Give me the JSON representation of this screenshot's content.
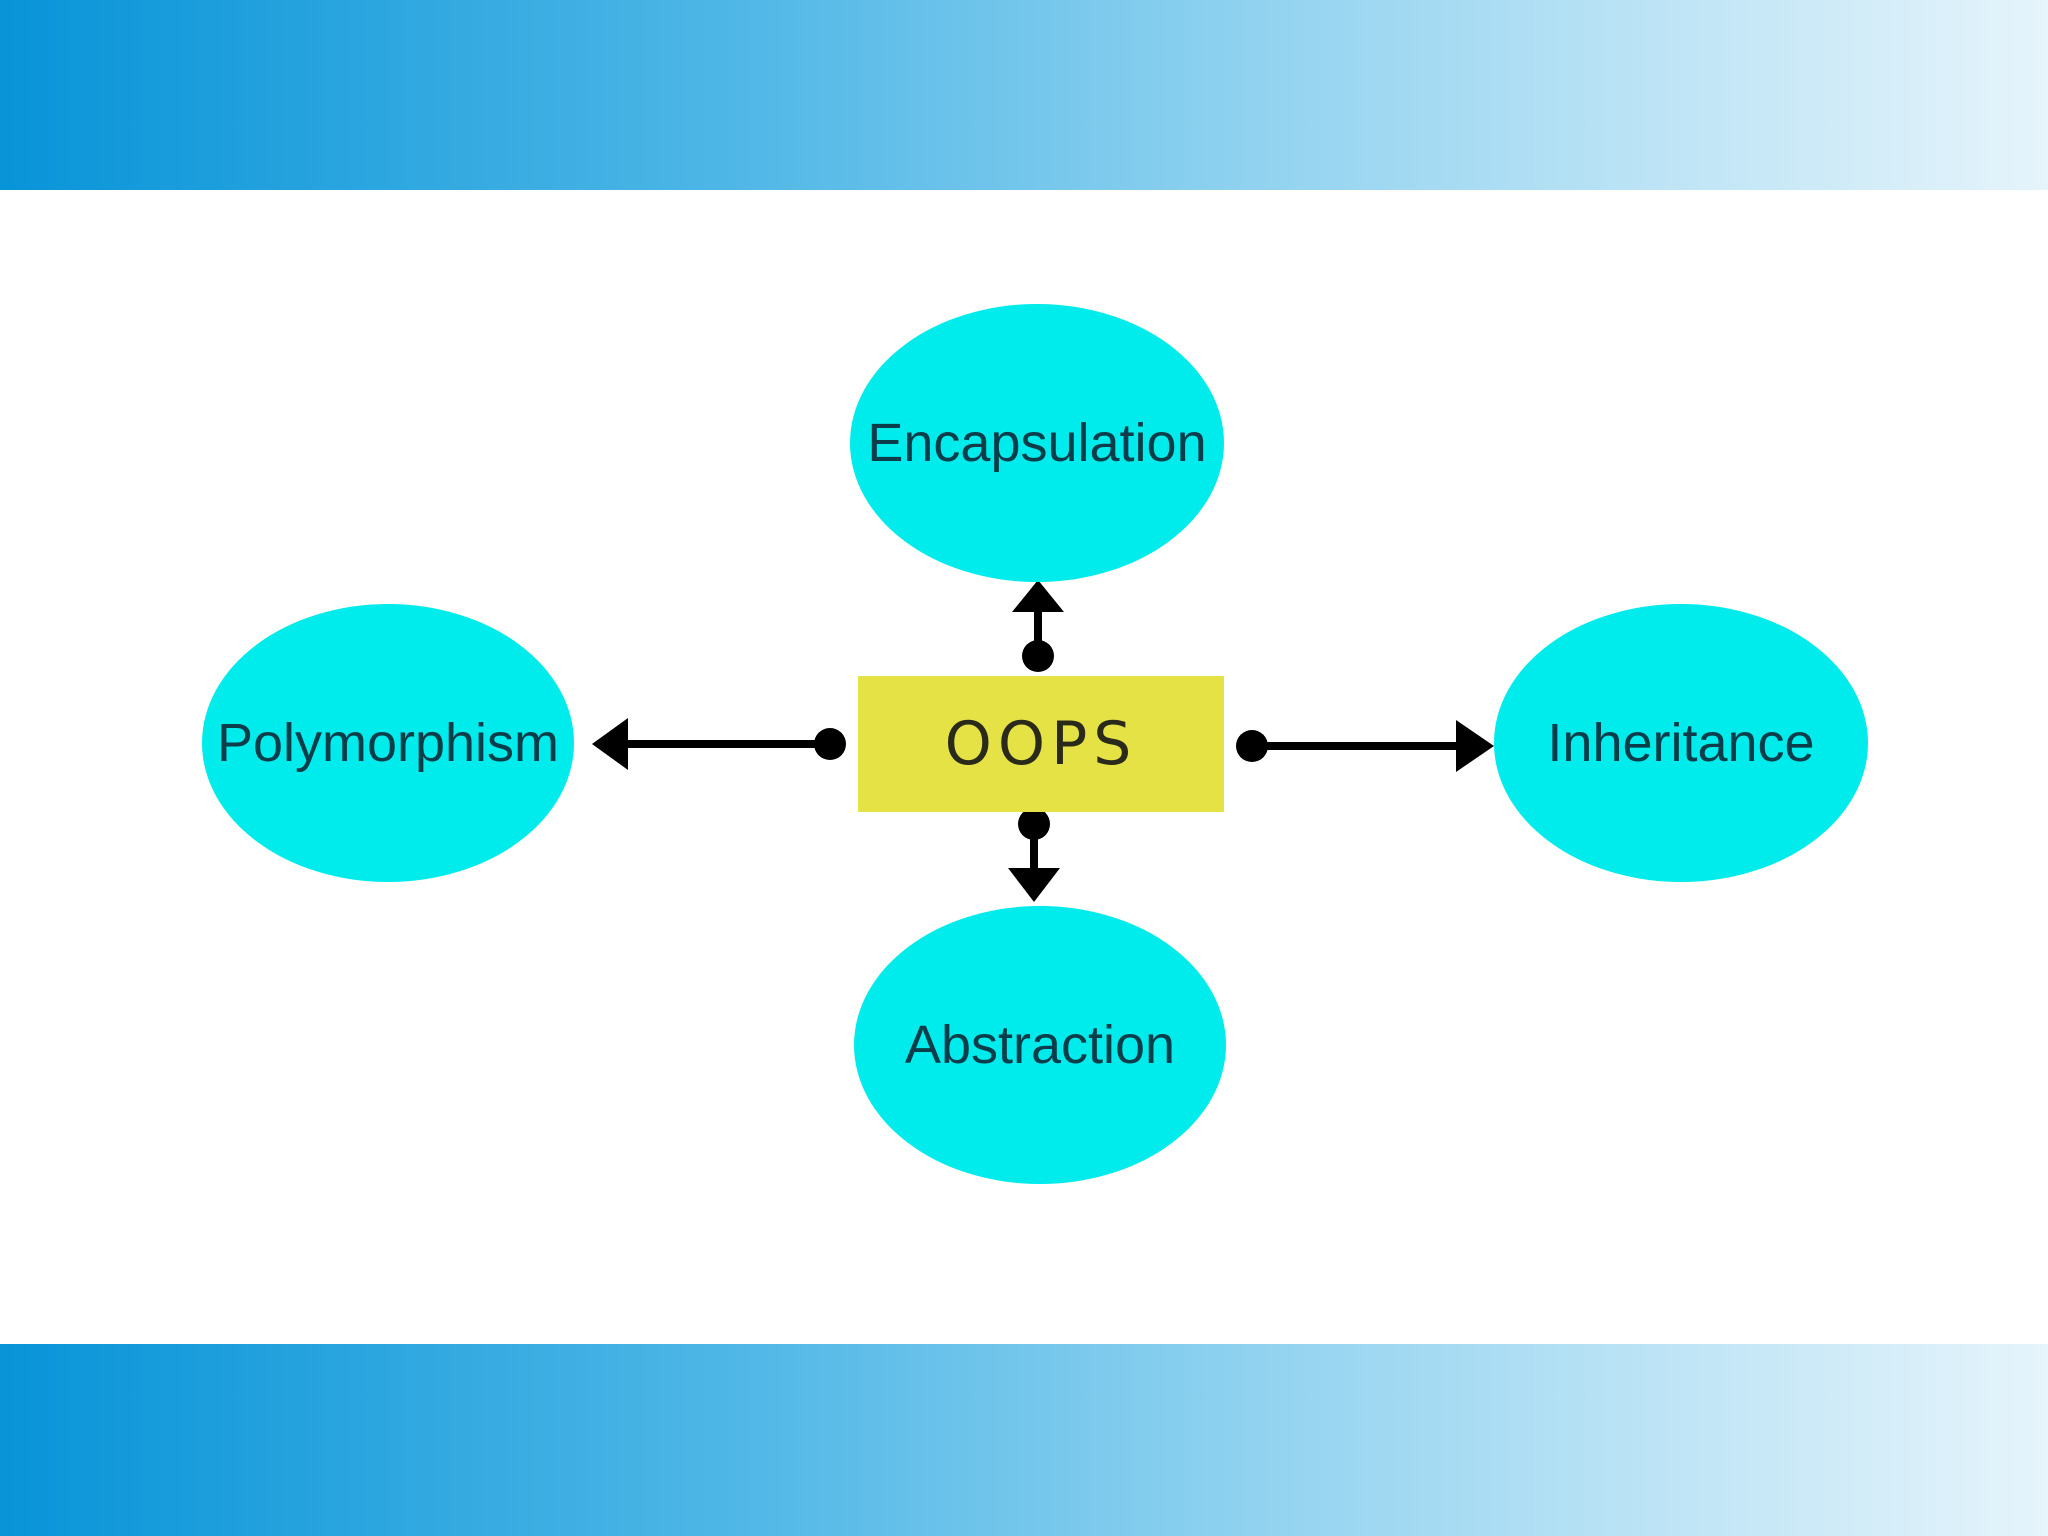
{
  "colors": {
    "band_start": "#0894d8",
    "band_end": "#e6f4fb",
    "ellipse_fill": "#00ebeb",
    "center_fill": "#e5e246",
    "arrow": "#000000"
  },
  "diagram": {
    "center": {
      "label": "OOPS"
    },
    "nodes": {
      "top": {
        "label": "Encapsulation"
      },
      "left": {
        "label": "Polymorphism"
      },
      "right": {
        "label": "Inheritance"
      },
      "bottom": {
        "label": "Abstraction"
      }
    }
  }
}
